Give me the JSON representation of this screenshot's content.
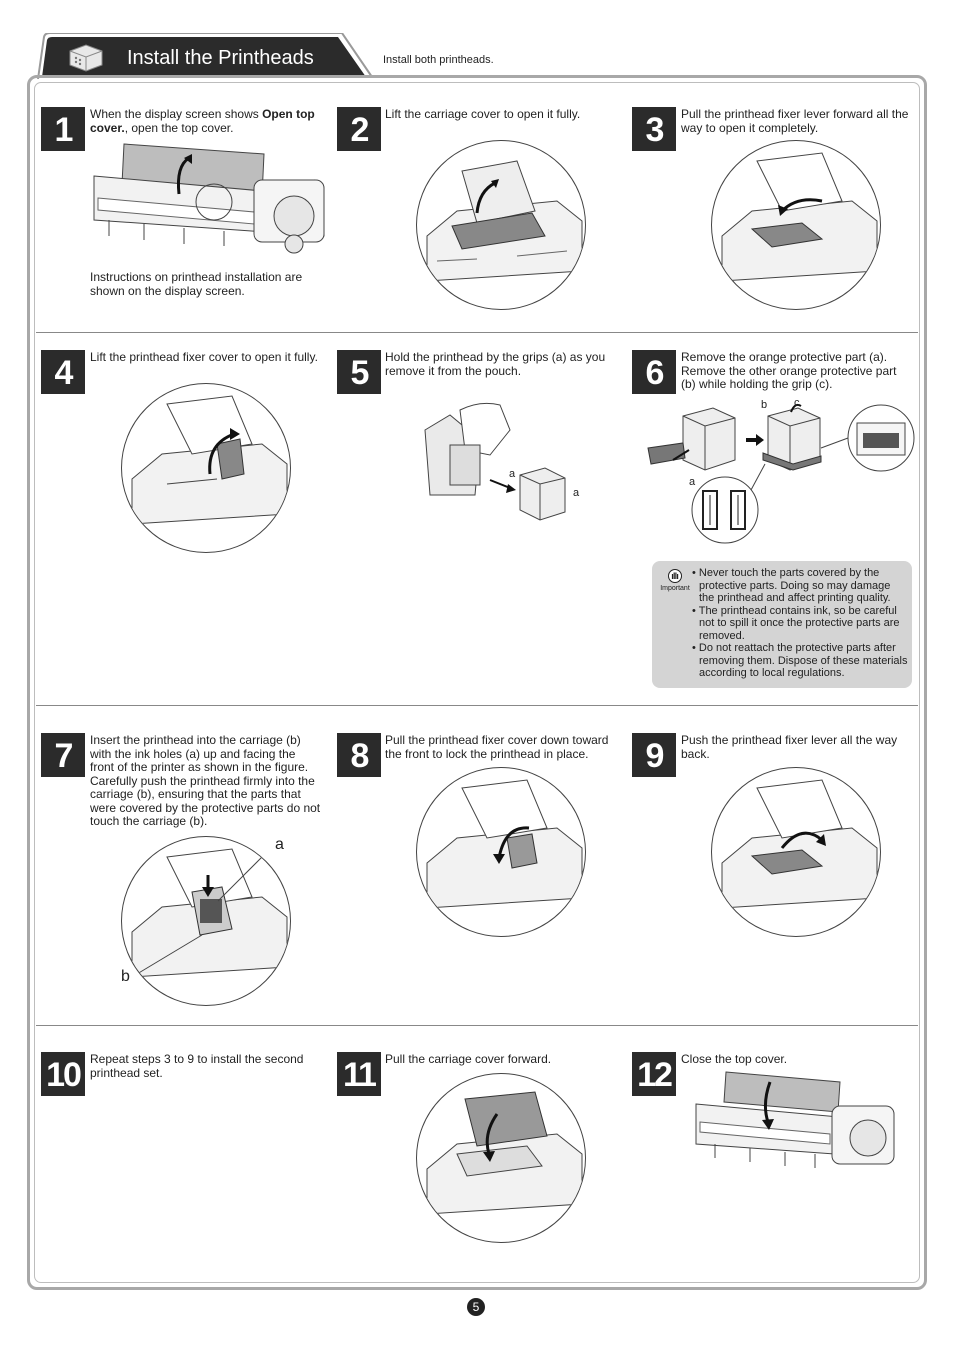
{
  "header": {
    "title": "Install the Printheads",
    "subtitle": "Install both printheads.",
    "icon": "printhead-icon"
  },
  "steps": [
    {
      "number": "1",
      "text_pre": "When the display screen shows ",
      "text_bold": "Open top cover.",
      "text_post": ", open the top cover.",
      "note": "Instructions on printhead installation are shown on the display screen."
    },
    {
      "number": "2",
      "text": "Lift the carriage cover to open it fully."
    },
    {
      "number": "3",
      "text": "Pull the printhead fixer lever forward all the way to open it completely."
    },
    {
      "number": "4",
      "text": "Lift the printhead fixer cover to open it fully."
    },
    {
      "number": "5",
      "text": "Hold the printhead by the grips (a) as you remove it from the pouch.",
      "labels": [
        "a",
        "a"
      ]
    },
    {
      "number": "6",
      "text": "Remove the orange protective part (a). Remove the other orange protective part (b) while holding the grip (c).",
      "labels": [
        "b",
        "c",
        "a"
      ]
    },
    {
      "number": "7",
      "text": "Insert the printhead into the carriage (b) with the ink holes (a) up and facing the front of the printer as shown in the figure. Carefully push the printhead firmly into the carriage (b), ensuring that the parts that were covered by the protective parts do not touch the carriage (b).",
      "labels": [
        "a",
        "b"
      ]
    },
    {
      "number": "8",
      "text": "Pull the printhead fixer cover down toward the front to lock the printhead in place."
    },
    {
      "number": "9",
      "text": "Push the printhead fixer lever all the way back."
    },
    {
      "number": "10",
      "text": "Repeat steps 3 to 9 to install the second printhead set."
    },
    {
      "number": "11",
      "text": "Pull the carriage cover forward."
    },
    {
      "number": "12",
      "text": "Close the top cover."
    }
  ],
  "important": {
    "label": "Important",
    "items": [
      "Never touch the parts covered by the protective parts. Doing so may damage the printhead and affect printing quality.",
      "The printhead contains ink, so be careful not to spill it once the protective parts are removed.",
      "Do not reattach the protective parts after removing them. Dispose of these materials according to local regulations."
    ]
  },
  "page_number": "5",
  "colors": {
    "tab": "#2b2b2b",
    "frame": "#a8a8a8",
    "note_bg": "#d4d4d4"
  }
}
